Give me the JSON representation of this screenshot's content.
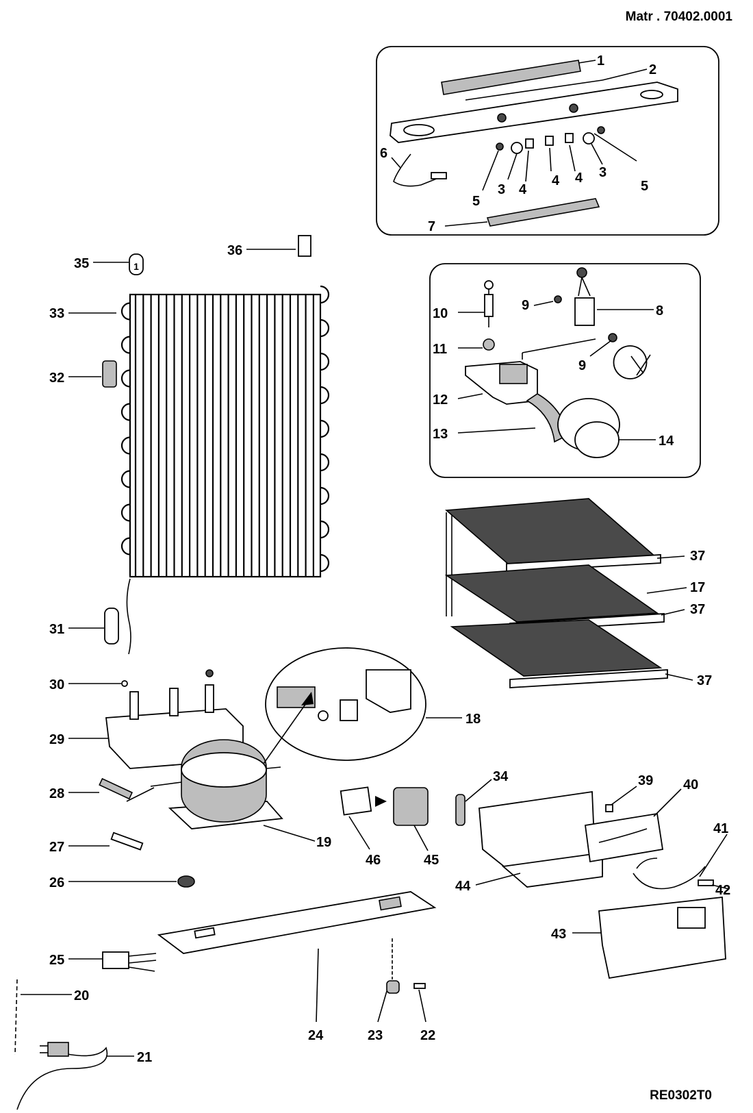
{
  "header": {
    "matr": "Matr . 70402.0001"
  },
  "footer": {
    "code": "RE0302T0"
  },
  "callouts": {
    "c1": "1",
    "c2": "2",
    "c3a": "3",
    "c3b": "3",
    "c4a": "4",
    "c4b": "4",
    "c4c": "4",
    "c5a": "5",
    "c5b": "5",
    "c6": "6",
    "c7": "7",
    "c8": "8",
    "c9a": "9",
    "c9b": "9",
    "c10": "10",
    "c11": "11",
    "c12": "12",
    "c13": "13",
    "c14": "14",
    "c17": "17",
    "c37a": "37",
    "c37b": "37",
    "c37c": "37",
    "c18": "18",
    "c19": "19",
    "c20": "20",
    "c21": "21",
    "c22": "22",
    "c23": "23",
    "c24": "24",
    "c25": "25",
    "c26": "26",
    "c27": "27",
    "c28": "28",
    "c29": "29",
    "c30": "30",
    "c31": "31",
    "c32": "32",
    "c33": "33",
    "c34": "34",
    "c35": "35",
    "c36": "36",
    "c39": "39",
    "c40": "40",
    "c41": "41",
    "c42": "42",
    "c43": "43",
    "c44": "44",
    "c45": "45",
    "c46": "46"
  }
}
